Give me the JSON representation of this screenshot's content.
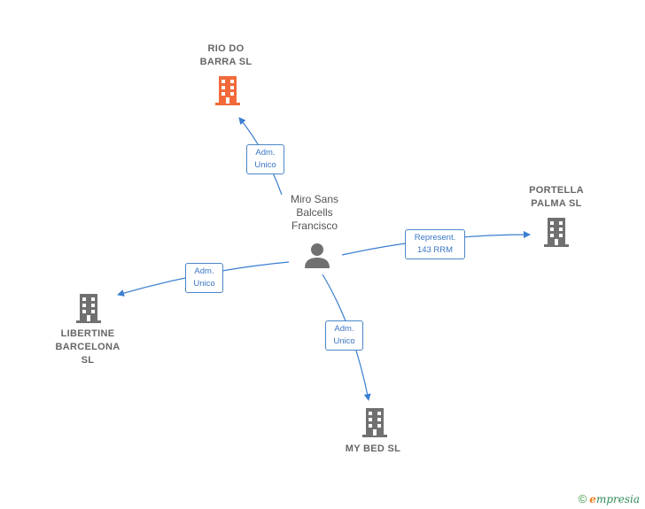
{
  "nodes": {
    "rio_do_barra": {
      "label": "RIO DO\nBARRA  SL",
      "color": "#f26a3a"
    },
    "portella": {
      "label": "PORTELLA\nPALMA  SL",
      "color": "#707070"
    },
    "libertine": {
      "label": "LIBERTINE\nBARCELONA\nSL",
      "color": "#707070"
    },
    "my_bed": {
      "label": "MY BED  SL",
      "color": "#707070"
    },
    "person": {
      "label": "Miro Sans\nBalcells\nFrancisco",
      "color": "#707070"
    }
  },
  "edges": {
    "to_rio": {
      "label": "Adm.\nUnico"
    },
    "to_portella": {
      "label": "Represent.\n143 RRM"
    },
    "to_libertine": {
      "label": "Adm.\nUnico"
    },
    "to_mybed": {
      "label": "Adm.\nUnico"
    }
  },
  "footer": {
    "copyright": "©",
    "brand": "mpresia",
    "brand_initial": "e"
  },
  "colors": {
    "edge": "#3a7ed0",
    "company": "#707070",
    "highlight": "#f26a3a"
  },
  "icons": {
    "company": "building-icon",
    "person": "person-icon"
  }
}
